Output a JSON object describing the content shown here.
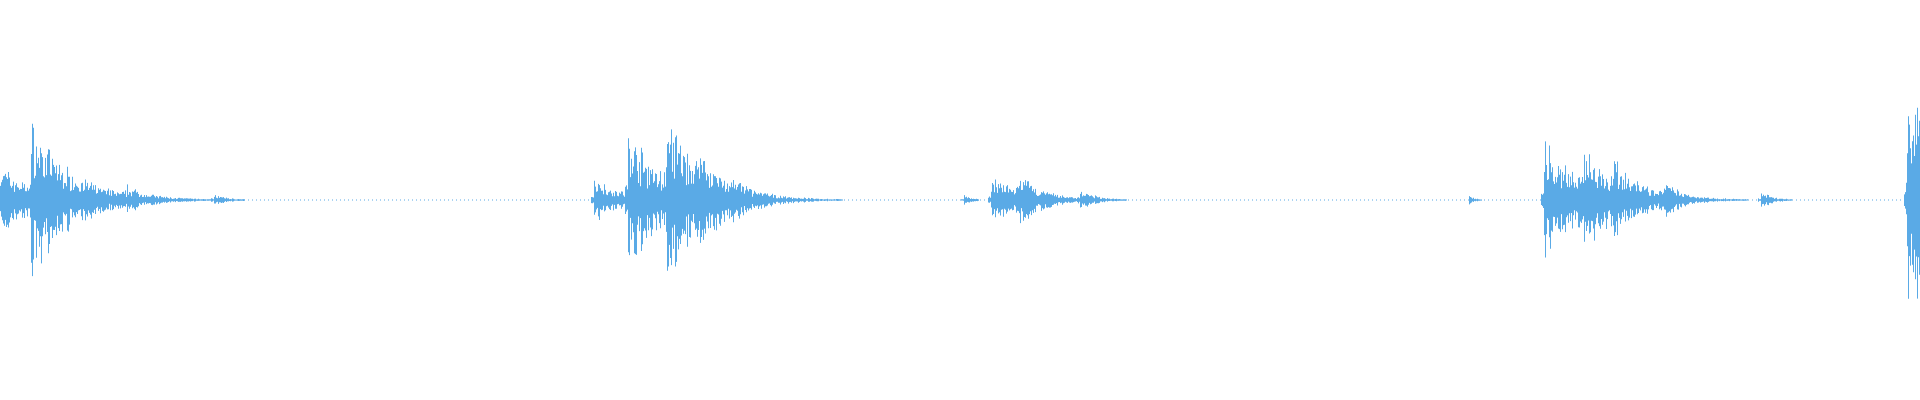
{
  "waveform": {
    "color": "#5aaae6",
    "background": "#ffffff",
    "bursts": [
      {
        "time": 0.0,
        "amplitude": 0.32,
        "decay": 0.018
      },
      {
        "time": 0.016,
        "amplitude": 0.55,
        "decay": 0.022
      },
      {
        "time": 0.066,
        "amplitude": 0.07,
        "decay": 0.008
      },
      {
        "time": 0.111,
        "amplitude": 0.05,
        "decay": 0.006
      },
      {
        "time": 0.309,
        "amplitude": 0.22,
        "decay": 0.014
      },
      {
        "time": 0.327,
        "amplitude": 0.55,
        "decay": 0.02
      },
      {
        "time": 0.347,
        "amplitude": 0.5,
        "decay": 0.02
      },
      {
        "time": 0.363,
        "amplitude": 0.18,
        "decay": 0.01
      },
      {
        "time": 0.38,
        "amplitude": 0.06,
        "decay": 0.008
      },
      {
        "time": 0.502,
        "amplitude": 0.05,
        "decay": 0.004
      },
      {
        "time": 0.516,
        "amplitude": 0.22,
        "decay": 0.016
      },
      {
        "time": 0.53,
        "amplitude": 0.14,
        "decay": 0.012
      },
      {
        "time": 0.562,
        "amplitude": 0.07,
        "decay": 0.008
      },
      {
        "time": 0.765,
        "amplitude": 0.04,
        "decay": 0.004
      },
      {
        "time": 0.804,
        "amplitude": 0.5,
        "decay": 0.022
      },
      {
        "time": 0.825,
        "amplitude": 0.3,
        "decay": 0.018
      },
      {
        "time": 0.84,
        "amplitude": 0.16,
        "decay": 0.01
      },
      {
        "time": 0.866,
        "amplitude": 0.1,
        "decay": 0.008
      },
      {
        "time": 0.917,
        "amplitude": 0.07,
        "decay": 0.006
      },
      {
        "time": 0.993,
        "amplitude": 1.0,
        "decay": 0.01
      },
      {
        "time": 0.997,
        "amplitude": 0.4,
        "decay": 0.01
      }
    ],
    "noise_floor": 0.012,
    "seed": 7
  }
}
